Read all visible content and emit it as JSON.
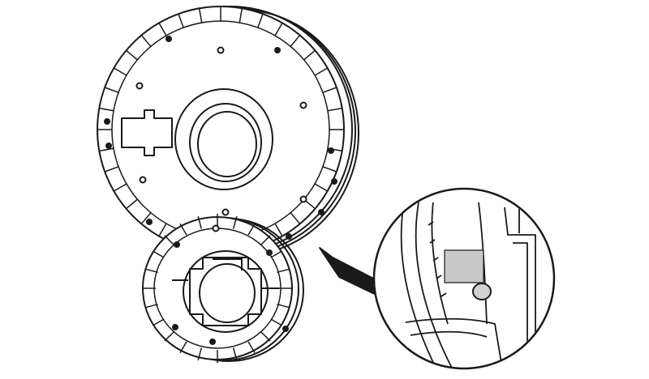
{
  "figure": {
    "type": "technical line illustration",
    "parts": [
      "large-gear-cover",
      "small-gear-cover",
      "detail-callout"
    ],
    "colors": {
      "background": "#ffffff",
      "line": "#1a1a1a",
      "label_patch": "#c9c9c9"
    },
    "icons": {
      "callout_pointer": "callout-pointer-icon"
    }
  }
}
